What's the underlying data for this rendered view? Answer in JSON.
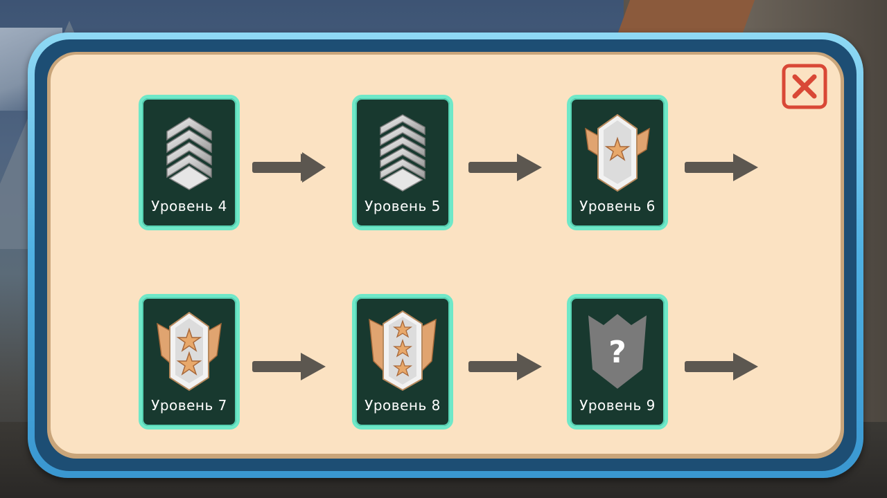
{
  "close_button": {
    "icon": "close-x-icon",
    "color": "#d94836"
  },
  "levels": [
    {
      "label": "Уровень 4",
      "emblem": "chevron-4-rank-icon"
    },
    {
      "label": "Уровень 5",
      "emblem": "chevron-5-rank-icon"
    },
    {
      "label": "Уровень 6",
      "emblem": "winged-1-star-rank-icon"
    },
    {
      "label": "Уровень 7",
      "emblem": "winged-2-star-rank-icon"
    },
    {
      "label": "Уровень 8",
      "emblem": "winged-3-star-rank-icon"
    },
    {
      "label": "Уровень 9",
      "emblem": "locked-question-rank-icon",
      "question_mark": "?"
    }
  ],
  "colors": {
    "card_bg": "#18392f",
    "card_border": "#6fe8c8",
    "panel_bg": "#fbe2c2",
    "frame_blue": "#4fb0e2",
    "arrow": "#5c5750"
  }
}
